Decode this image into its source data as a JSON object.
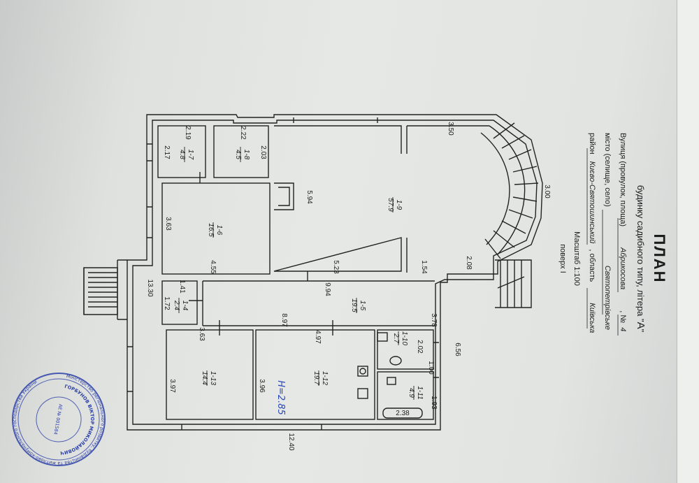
{
  "header": {
    "title": "ПЛАН",
    "subtitle_prefix": "будинку садибного типу, літера \"",
    "subtitle_letter": "А",
    "subtitle_suffix": "\"",
    "street_label": "Вулиця (провулок, площа)",
    "street_value": "Абрикосова",
    "number_label": ", №",
    "number_value": "4",
    "city_label": "місто (селище, село)",
    "city_value": "Святопетрівське",
    "district_label": "район",
    "district_value": "Києво-Святошинський",
    "region_label": ", область",
    "region_value": "Київська",
    "scale": "Масштаб 1:100",
    "floor": "поверх І"
  },
  "rooms": [
    {
      "id": "1-7",
      "area": "4.8"
    },
    {
      "id": "1-8",
      "area": "4.5"
    },
    {
      "id": "1-9",
      "area": "57.9"
    },
    {
      "id": "1-6",
      "area": "16.5"
    },
    {
      "id": "1-4",
      "area": "2.4"
    },
    {
      "id": "1-5",
      "area": "19.5"
    },
    {
      "id": "1-13",
      "area": "14.4"
    },
    {
      "id": "1-12",
      "area": "19.7"
    },
    {
      "id": "1-10",
      "area": "2.7"
    },
    {
      "id": "1-11",
      "area": "4.9"
    }
  ],
  "dimensions": {
    "d_2_19": "2.19",
    "d_2_17": "2.17",
    "d_2_22": "2.22",
    "d_2_03": "2.03",
    "d_3_50": "3.50",
    "d_3_00": "3.00",
    "d_5_94": "5.94",
    "d_3_63_top": "3.63",
    "d_4_55": "4.55",
    "d_5_23": "5.23",
    "d_1_54": "1.54",
    "d_2_08": "2.08",
    "d_13_30": "13.30",
    "d_1_41": "1.41",
    "d_1_72": "1.72",
    "d_9_94": "9.94",
    "d_3_78": "3.78",
    "d_8_97": "8.97",
    "d_3_63_bottom": "3.63",
    "d_4_97": "4.97",
    "d_2_02": "2.02",
    "d_6_56": "6.56",
    "d_1_00": "1.00",
    "d_3_97": "3.97",
    "d_3_96": "3.96",
    "d_1_93": "1.93",
    "d_2_38": "2.38",
    "d_12_40": "12.40"
  },
  "handwritten_height": "H=2.85",
  "stamp": {
    "outer_text": "Міністерство регіонального розвитку, будівництва та житлово-комунального господарства України",
    "inner_text": "ГОРБУНОВ ВІКТОР МИКОЛАЙОВИЧ",
    "cert": "АЕ № 001584",
    "color": "#2b3fa8"
  },
  "colors": {
    "ink": "#1c1c1c",
    "handwriting": "#2a48b8",
    "paper": "#e3e5e3"
  }
}
